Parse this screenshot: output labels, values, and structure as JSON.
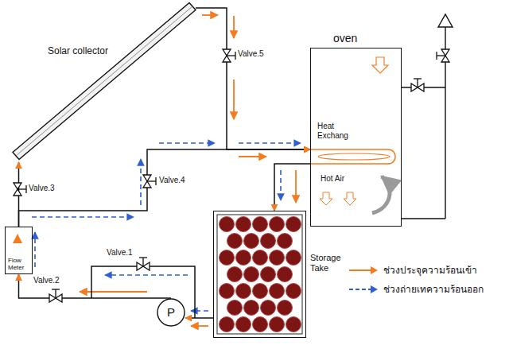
{
  "diagram": {
    "nodes": [
      {
        "text": [
          "Solar collector"
        ]
      },
      {
        "text": [
          "oven",
          "Heat Exchang",
          "Hot Air"
        ]
      },
      {
        "text": [
          "Flow Meter"
        ]
      },
      {
        "text": [
          "Storage Take"
        ]
      },
      {
        "text": [
          "P"
        ]
      }
    ],
    "edges": [
      {
        "from": 3,
        "to": 4,
        "arrow": "to"
      },
      {
        "from": 4,
        "to": 2,
        "arrow": "to"
      },
      {
        "from": 2,
        "to": 0,
        "arrow": "to"
      },
      {
        "from": 0,
        "to": 1,
        "arrow": "to"
      },
      {
        "from": 2,
        "to": 1,
        "arrow": "to"
      },
      {
        "from": 1,
        "to": 3,
        "arrow": "to"
      }
    ],
    "labels": [
      "Valve.5",
      "Valve.4",
      "Valve.3",
      "Valve.1",
      "Valve.2"
    ],
    "legend": [
      {
        "text": "ช่วงประจุความร้อนเข้า"
      },
      {
        "text": "ช่วงถ่ายเทความร้อนออก"
      }
    ]
  }
}
